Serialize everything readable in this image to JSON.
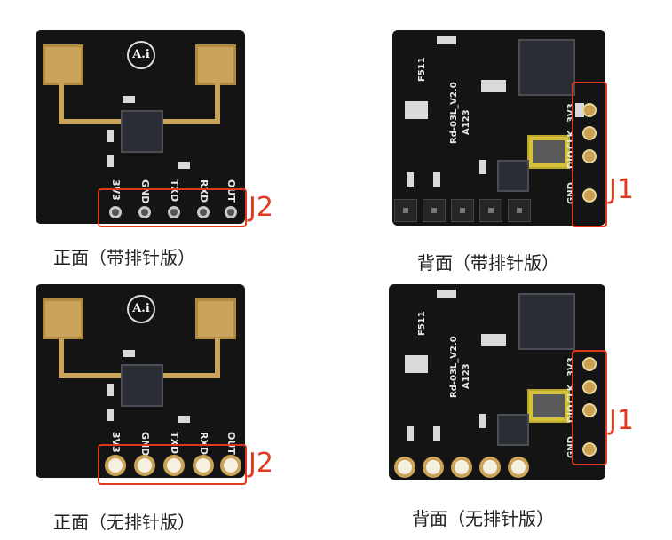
{
  "panels": [
    {
      "id": "front-with-header",
      "caption": "正面（带排针版）",
      "connector_label": "J2",
      "pins": [
        "3V3",
        "GND",
        "TXD",
        "RXD",
        "OUT"
      ],
      "logo_text": "A.i"
    },
    {
      "id": "back-with-header",
      "caption": "背面（带排针版）",
      "connector_label": "J1",
      "pins": [
        "3V3",
        "CLK",
        "DIO",
        "GND"
      ],
      "model_text": "Rd-03L_V2.0",
      "batch_text": "A123",
      "code_text": "F511"
    },
    {
      "id": "front-no-header",
      "caption": "正面（无排针版）",
      "connector_label": "J2",
      "pins": [
        "3V3",
        "GND",
        "TXD",
        "RXD",
        "OUT"
      ],
      "logo_text": "A.i"
    },
    {
      "id": "back-no-header",
      "caption": "背面（无排针版）",
      "connector_label": "J1",
      "pins": [
        "3V3",
        "CLK",
        "DIO",
        "GND"
      ],
      "model_text": "Rd-03L_V2.0",
      "batch_text": "A123",
      "code_text": "F511"
    }
  ],
  "colors": {
    "pcb": "#141414",
    "gold": "#c9a45a",
    "highlight": "#e03a1e"
  }
}
